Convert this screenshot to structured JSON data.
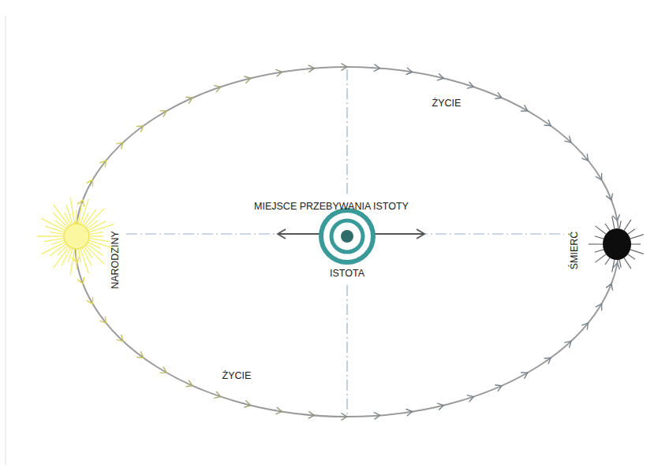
{
  "diagram": {
    "labels": [
      "ŻYCIE",
      "MIEJSCE PRZEBYWANIA ISTOTY",
      "NARODZINY",
      "ISTOTA",
      "ŚMIERĆ",
      "ŻYCIE"
    ]
  }
}
